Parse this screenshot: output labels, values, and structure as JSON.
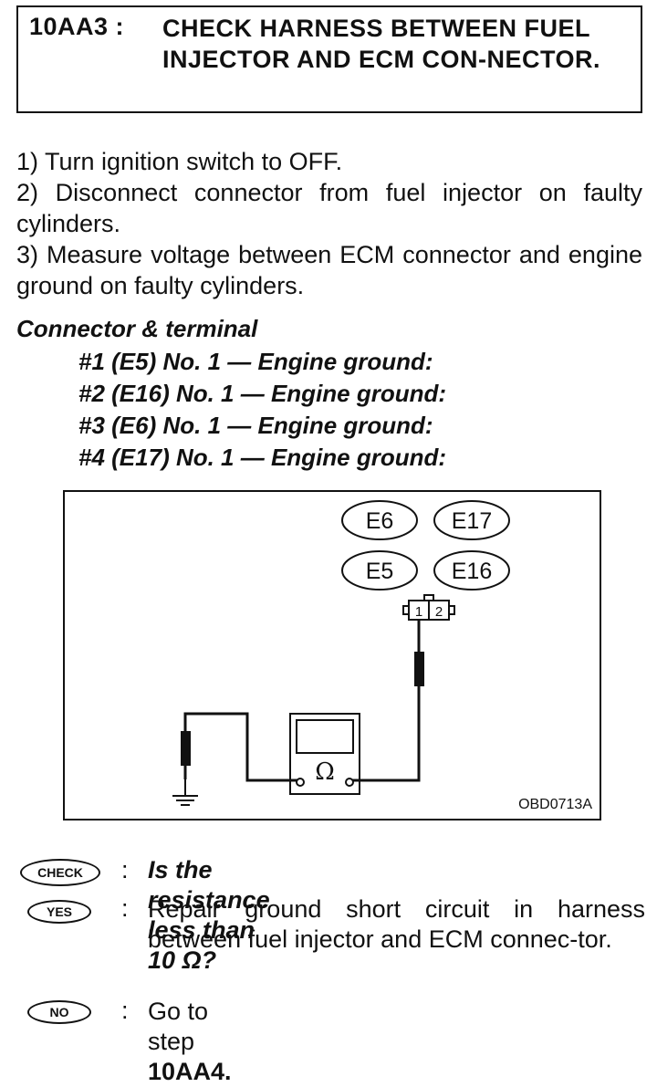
{
  "header": {
    "step_code": "10AA3 :",
    "title": "CHECK HARNESS BETWEEN FUEL INJECTOR AND ECM CON-NECTOR."
  },
  "instructions": [
    "1) Turn ignition switch to OFF.",
    "2) Disconnect connector from fuel injector on faulty cylinders.",
    "3) Measure voltage between ECM connector and engine ground on faulty cylinders."
  ],
  "connector": {
    "heading": "Connector & terminal",
    "terminals": [
      "#1 (E5) No. 1 — Engine ground:",
      "#2 (E16) No. 1 — Engine ground:",
      "#3 (E6) No. 1 — Engine ground:",
      "#4 (E17) No. 1 — Engine ground:"
    ]
  },
  "diagram": {
    "connector_labels": [
      "E6",
      "E17",
      "E5",
      "E16"
    ],
    "pin_labels": [
      "1",
      "2"
    ],
    "meter_symbol": "Ω",
    "figure_code": "OBD0713A"
  },
  "answers": {
    "check_badge": "CHECK",
    "check_text": "Is the resistance less than 10 Ω?",
    "yes_badge": "YES",
    "yes_text": "Repair ground short circuit in harness between fuel injector and ECM connec-tor.",
    "no_badge": "NO",
    "no_text_prefix": "Go to step ",
    "no_text_step": "10AA4."
  }
}
